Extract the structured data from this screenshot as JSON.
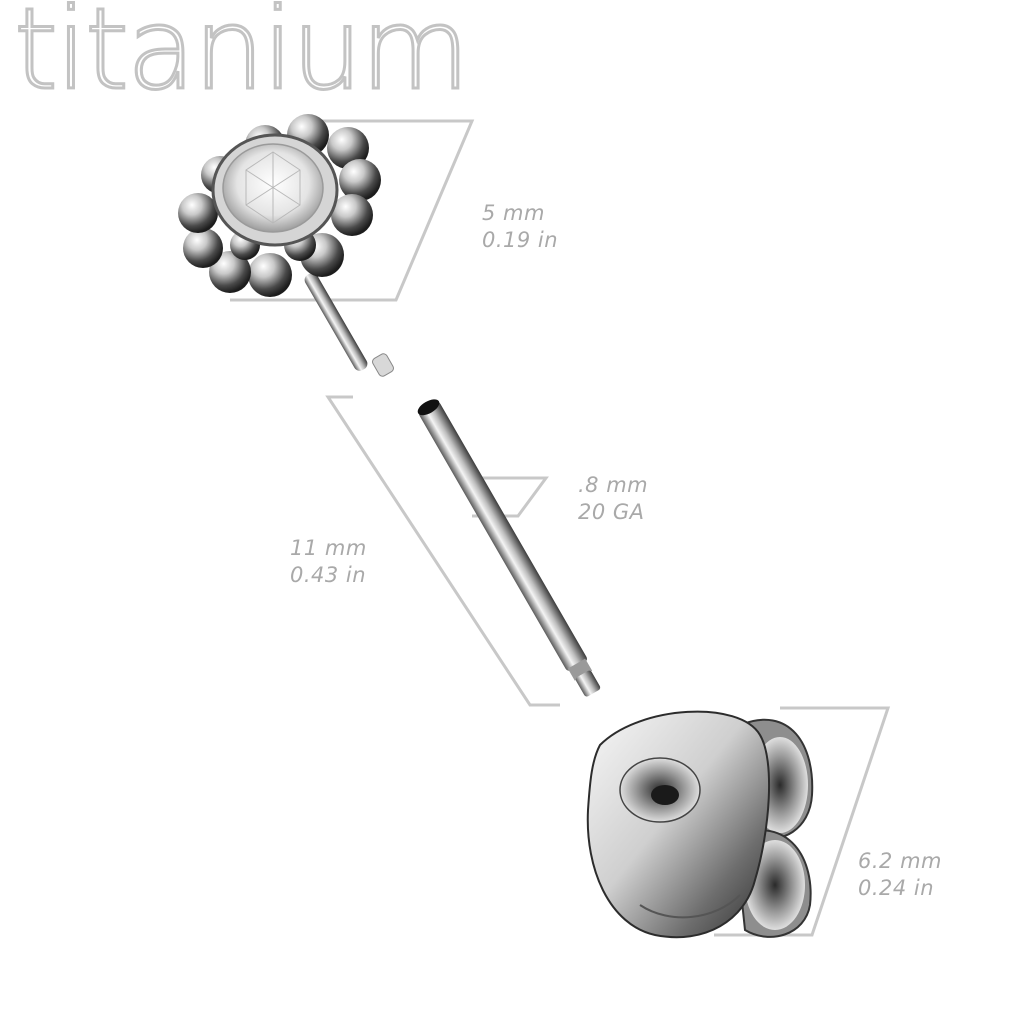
{
  "brand": {
    "text": "titanium"
  },
  "dimensions": {
    "top": {
      "line1": "5 mm",
      "line2": "0.19 in"
    },
    "gauge": {
      "line1": ".8 mm",
      "line2": "20 GA"
    },
    "length": {
      "line1": "11 mm",
      "line2": "0.43 in"
    },
    "back": {
      "line1": "6.2 mm",
      "line2": "0.24 in"
    }
  },
  "colors": {
    "guide": "#c8c8c8",
    "label": "#a9a9a9",
    "metal_light": "#f2f2f2",
    "metal_dark": "#3a3a3a"
  },
  "icons": {
    "top": "flower-bead-top-icon",
    "post": "threadless-post-icon",
    "back": "butterfly-backing-icon"
  }
}
